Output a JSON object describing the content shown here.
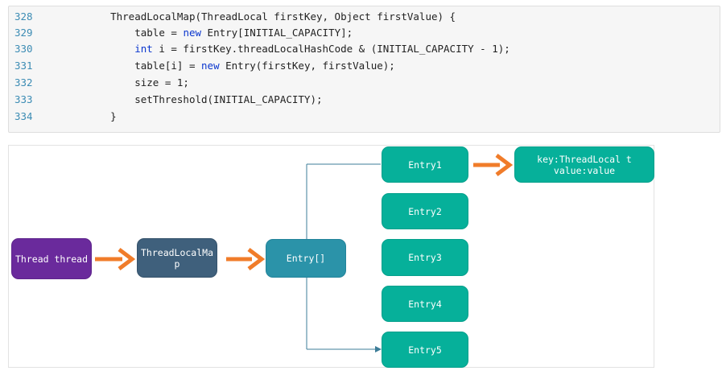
{
  "code": {
    "lines": [
      {
        "num": "328",
        "indent": "    ",
        "parts": [
          {
            "t": "ThreadLocalMap(ThreadLocal firstKey, Object firstValue) {"
          }
        ]
      },
      {
        "num": "329",
        "indent": "        ",
        "parts": [
          {
            "t": "table = "
          },
          {
            "t": "new",
            "kw": true
          },
          {
            "t": " Entry[INITIAL_CAPACITY];"
          }
        ]
      },
      {
        "num": "330",
        "indent": "        ",
        "parts": [
          {
            "t": "int",
            "kw": true
          },
          {
            "t": " i = firstKey.threadLocalHashCode & (INITIAL_CAPACITY - 1);"
          }
        ]
      },
      {
        "num": "331",
        "indent": "        ",
        "parts": [
          {
            "t": "table[i] = "
          },
          {
            "t": "new",
            "kw": true
          },
          {
            "t": " Entry(firstKey, firstValue);"
          }
        ]
      },
      {
        "num": "332",
        "indent": "        ",
        "parts": [
          {
            "t": "size = 1;"
          }
        ]
      },
      {
        "num": "333",
        "indent": "        ",
        "parts": [
          {
            "t": "setThreshold(INITIAL_CAPACITY);"
          }
        ]
      },
      {
        "num": "334",
        "indent": "    ",
        "parts": [
          {
            "t": "}"
          }
        ]
      }
    ]
  },
  "diagram": {
    "nodes": {
      "thread": "Thread thread",
      "map": "ThreadLocalMap",
      "array": "Entry[]",
      "entry1": "Entry1",
      "entry2": "Entry2",
      "entry3": "Entry3",
      "entry4": "Entry4",
      "entry5": "Entry5",
      "kv": "key:ThreadLocal t\nvalue:value"
    },
    "colors": {
      "arrow": "#f07c2a",
      "connector": "#3c7d98",
      "teal": "#06b09a"
    }
  }
}
